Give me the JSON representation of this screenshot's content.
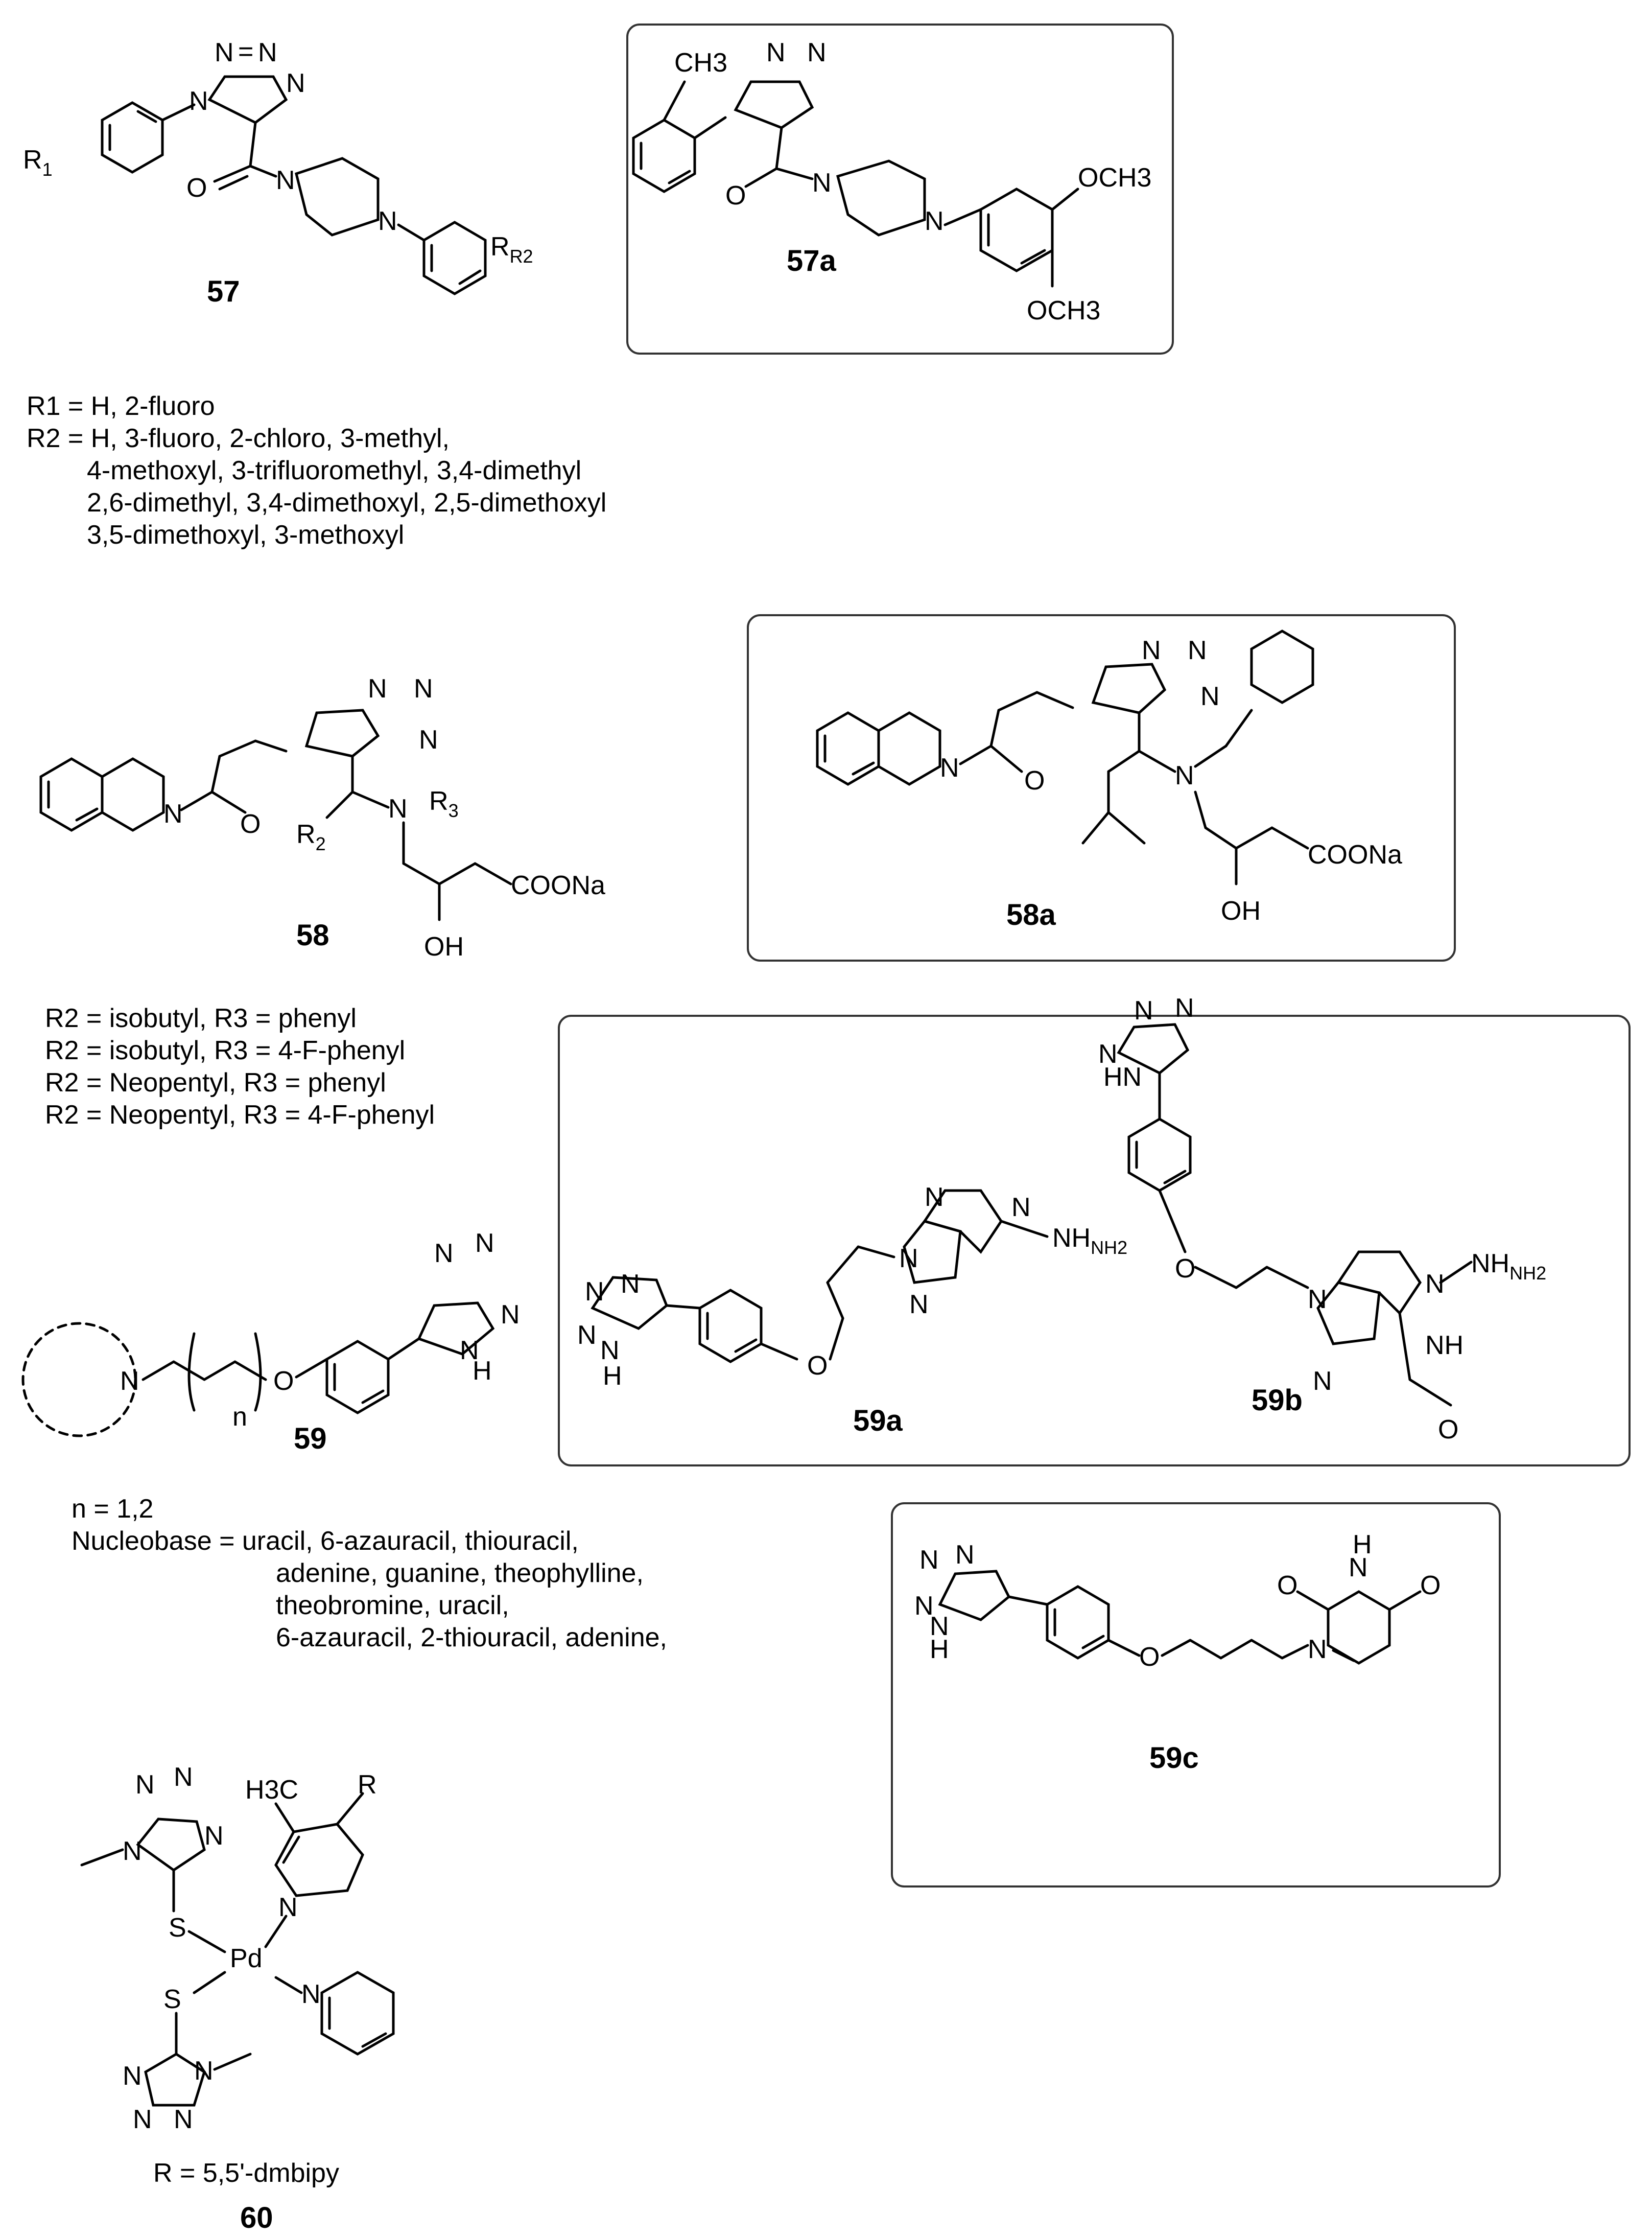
{
  "compounds": {
    "c57": {
      "label": "57",
      "r1": "R1",
      "r2": "R2"
    },
    "c57a": {
      "label": "57a",
      "ch3": "CH3",
      "och3_top": "OCH3",
      "och3_bottom": "OCH3"
    },
    "c58": {
      "label": "58",
      "r2": "R2",
      "r3": "R3",
      "coona": "COONa",
      "oh": "OH"
    },
    "c58a": {
      "label": "58a",
      "coona": "COONa",
      "oh": "OH"
    },
    "c59": {
      "label": "59",
      "n_label": "n"
    },
    "c59a": {
      "label": "59a",
      "nh2": "NH2"
    },
    "c59b": {
      "label": "59b",
      "nh2": "NH2",
      "nh": "NH"
    },
    "c59c": {
      "label": "59c"
    },
    "c60": {
      "label": "60",
      "h3c": "H3C",
      "r": "R",
      "pd": "Pd"
    }
  },
  "notes": {
    "n57": [
      "R1 = H, 2-fluoro",
      "R2 = H, 3-fluoro, 2-chloro, 3-methyl,",
      "4-methoxyl, 3-trifluoromethyl, 3,4-dimethyl",
      "2,6-dimethyl, 3,4-dimethoxyl, 2,5-dimethoxyl",
      "3,5-dimethoxyl, 3-methoxyl"
    ],
    "n58": [
      "R2 = isobutyl, R3 = phenyl",
      "R2 = isobutyl, R3 = 4-F-phenyl",
      "R2 = Neopentyl, R3 = phenyl",
      "R2 = Neopentyl, R3 = 4-F-phenyl"
    ],
    "n59": [
      "n = 1,2",
      "Nucleobase = uracil, 6-azauracil, thiouracil,",
      "adenine, guanine, theophylline,",
      "theobromine, uracil,",
      "6-azauracil, 2-thiouracil, adenine,"
    ],
    "n60": [
      "R = 5,5'-dmbipy"
    ]
  }
}
